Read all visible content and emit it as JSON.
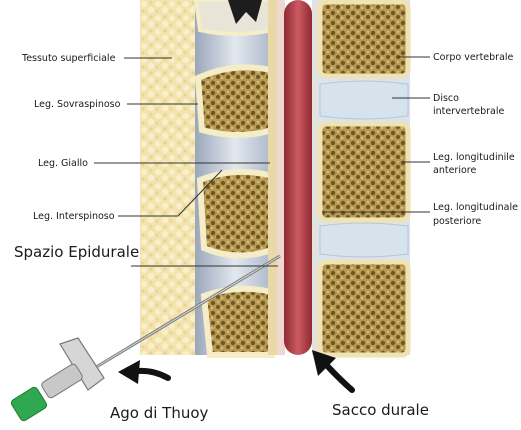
{
  "labels": {
    "tessuto_superficiale": "Tessuto superficiale",
    "leg_sovraspinoso": "Leg. Sovraspinoso",
    "leg_giallo": "Leg. Giallo",
    "leg_interspinoso": "Leg. Interspinoso",
    "spazio_epidurale": "Spazio Epidurale",
    "corpo_vertebrale": "Corpo vertebrale",
    "disco_line1": "Disco",
    "disco_line2": "intervertebrale",
    "leg_long_ant_line1": "Leg. longitudinile",
    "leg_long_ant_line2": "anteriore",
    "leg_long_post_line1": "Leg. longitudinale",
    "leg_long_post_line2": "posteriore",
    "ago_di_thuoy": "Ago di Thuoy",
    "sacco_durale": "Sacco durale"
  },
  "colors": {
    "fat": "#f1dfa5",
    "bone_fill": "#e6cf8c",
    "bone_outline": "#f5ecc8",
    "ligament": "#c9d2de",
    "dura": "#b8434b",
    "disc": "#d6e2ec",
    "needle_hub": "#2fa84f"
  }
}
